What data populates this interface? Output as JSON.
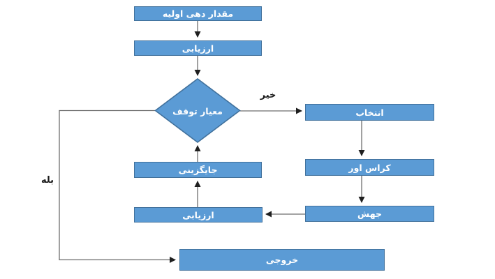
{
  "diagram": {
    "type": "flowchart",
    "language": "fa",
    "nodes": {
      "init": {
        "label": "مقدار دهی اولیه",
        "shape": "rect"
      },
      "eval_top": {
        "label": "ارزیابی",
        "shape": "rect"
      },
      "decision": {
        "label": "معیار توقف",
        "shape": "diamond"
      },
      "select": {
        "label": "انتخاب",
        "shape": "rect"
      },
      "crossover": {
        "label": "کراس اور",
        "shape": "rect"
      },
      "mutation": {
        "label": "جهش",
        "shape": "rect"
      },
      "eval_loop": {
        "label": "ارزیابی",
        "shape": "rect"
      },
      "replace": {
        "label": "جایگزینی",
        "shape": "rect"
      },
      "output": {
        "label": "خروجی",
        "shape": "rect"
      }
    },
    "edge_labels": {
      "no": "خیر",
      "yes": "بله"
    },
    "edges": [
      "init -> eval_top",
      "eval_top -> decision",
      "decision -(خیر)-> select",
      "select -> crossover",
      "crossover -> mutation",
      "mutation -> eval_loop",
      "eval_loop -> replace",
      "replace -> decision",
      "decision -(بله)-> output"
    ],
    "colors": {
      "node_fill": "#5B9BD5",
      "node_border": "#41719C",
      "node_text": "#FFFFFF",
      "connector": "#6e6e6e",
      "arrowhead": "#1f1f1f",
      "label_text": "#1a1a1a",
      "background": "#FFFFFF"
    }
  }
}
